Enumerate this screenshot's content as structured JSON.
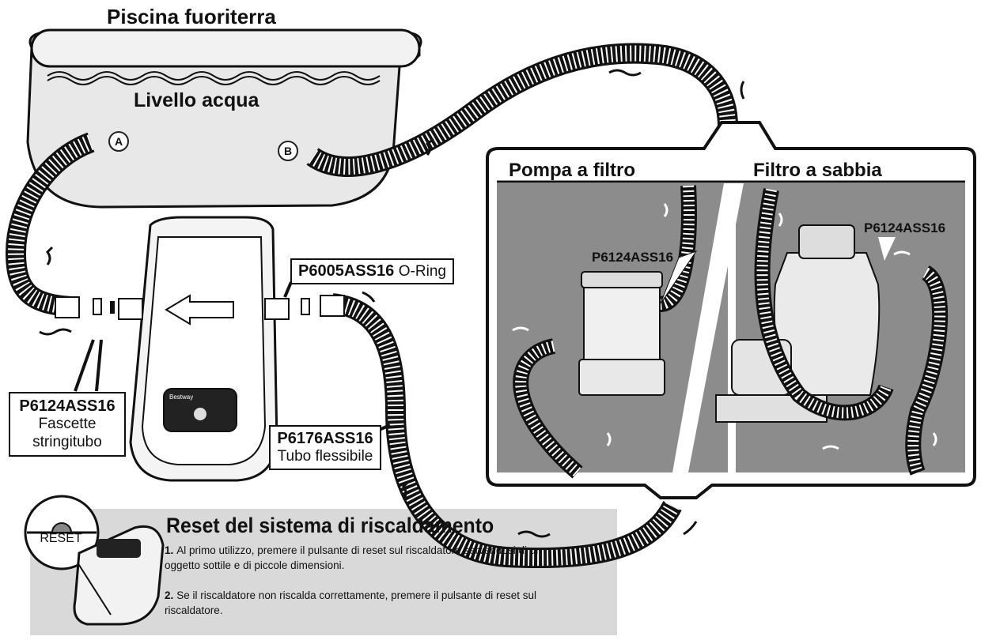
{
  "pool": {
    "title": "Piscina fuoriterra",
    "water_level": "Livello acqua",
    "inlet_a": "A",
    "inlet_b": "B"
  },
  "heater": {
    "display_brand": "Bestway"
  },
  "inset": {
    "pump_title": "Pompa a filtro",
    "sand_title": "Filtro a sabbia",
    "pump_code": "P6124ASS16",
    "sand_code": "P6124ASS16"
  },
  "parts": {
    "oring": {
      "code": "P6005ASS16",
      "name": "O-Ring"
    },
    "clamp": {
      "code": "P6124ASS16",
      "line1": "Fascette",
      "line2": "stringitubo"
    },
    "hose": {
      "code": "P6176ASS16",
      "name": "Tubo flessibile"
    }
  },
  "reset": {
    "badge": "RESET",
    "title": "Reset del sistema di riscaldamento",
    "steps": [
      {
        "num": "1.",
        "text": "Al primo utilizzo, premere il pulsante di reset sul riscaldatore servendosi di un oggetto sottile e di piccole dimensioni."
      },
      {
        "num": "2.",
        "text": "Se il riscaldatore non riscalda correttamente, premere il pulsante di reset sul riscaldatore."
      }
    ]
  },
  "colors": {
    "panel_gray": "#d9d9d9",
    "inset_gray": "#8c8c8c",
    "pool_fill": "#e6e6e6",
    "line": "#1a1a1a"
  }
}
